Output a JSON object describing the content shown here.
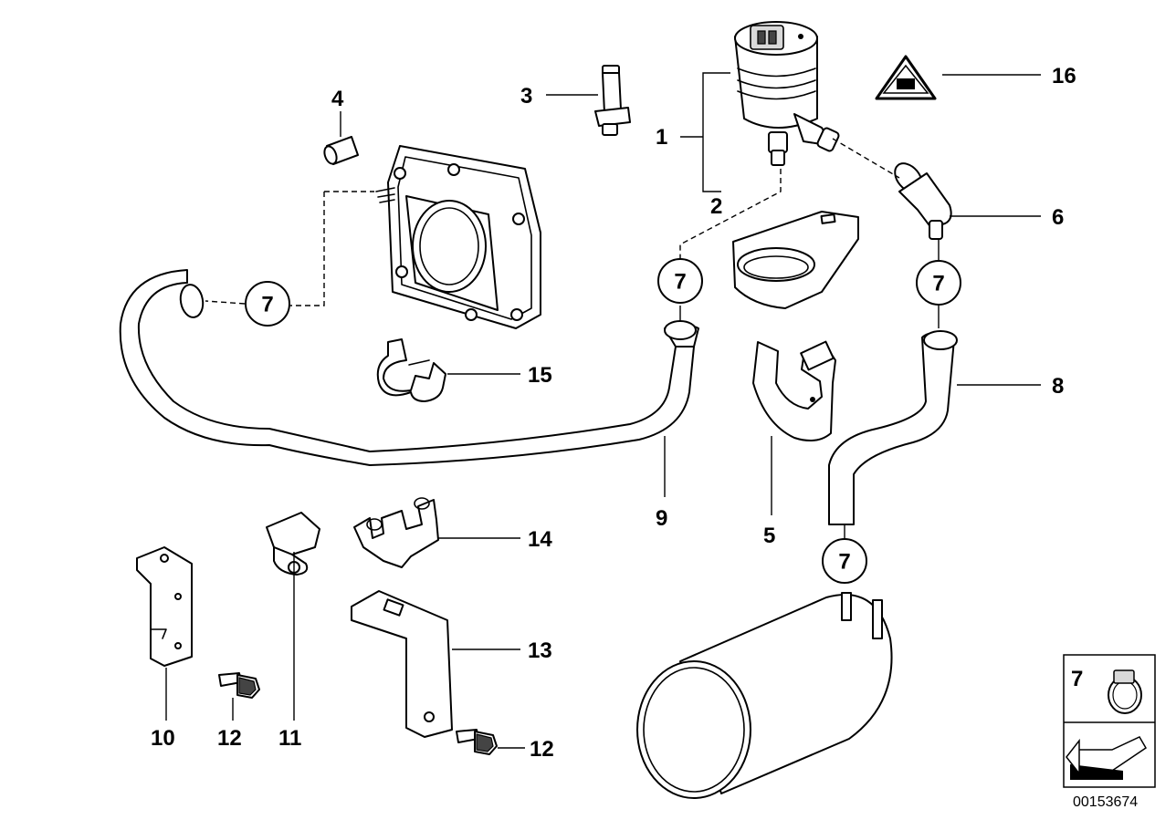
{
  "callouts": {
    "c1": "1",
    "c2": "2",
    "c3": "3",
    "c4": "4",
    "c5": "5",
    "c6": "6",
    "c8": "8",
    "c9": "9",
    "c10": "10",
    "c11": "11",
    "c12a": "12",
    "c12b": "12",
    "c13": "13",
    "c14": "14",
    "c15": "15",
    "c16": "16"
  },
  "rings": {
    "r_left": "7",
    "r_mid": "7",
    "r_right": "7",
    "r_bottom": "7"
  },
  "legend": {
    "label": "7"
  },
  "document_number": "00153674"
}
